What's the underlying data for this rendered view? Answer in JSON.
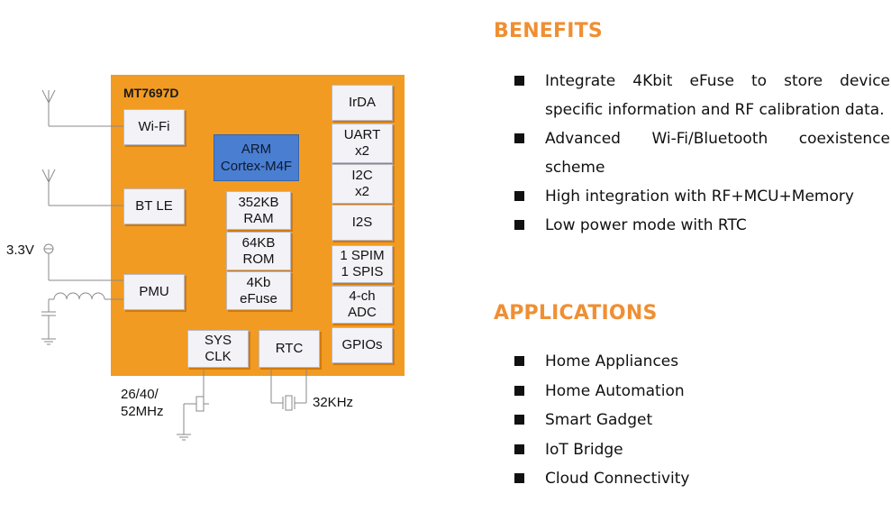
{
  "diagram": {
    "chip_name": "MT7697D",
    "cpu": "ARM\nCortex-M4F",
    "memory": [
      "352KB\nRAM",
      "64KB\nROM",
      "4Kb\neFuse"
    ],
    "radio_blocks": [
      "Wi-Fi",
      "BT LE",
      "PMU"
    ],
    "peripherals": [
      "IrDA",
      "UART\nx2",
      "I2C\nx2",
      "I2S",
      "1 SPIM\n1 SPIS",
      "4-ch\nADC",
      "GPIOs"
    ],
    "clock_blocks": [
      "SYS\nCLK",
      "RTC"
    ],
    "external": {
      "voltage": "3.3V",
      "sys_crystal": "26/40/\n52MHz",
      "rtc_crystal": "32KHz"
    },
    "colors": {
      "chip": "#f29b22",
      "block": "#f2f2f7",
      "cpu": "#4a7ed0",
      "accent": "#ef8f33"
    }
  },
  "benefits": {
    "title": "BENEFITS",
    "items": [
      "Integrate 4Kbit eFuse to store device specific information and RF calibration data.",
      "Advanced Wi-Fi/Bluetooth coexistence scheme",
      "High integration with RF+MCU+Memory",
      "Low power mode with RTC"
    ]
  },
  "applications": {
    "title": "APPLICATIONS",
    "items": [
      "Home Appliances",
      "Home Automation",
      "Smart Gadget",
      "IoT Bridge",
      "Cloud Connectivity"
    ]
  }
}
